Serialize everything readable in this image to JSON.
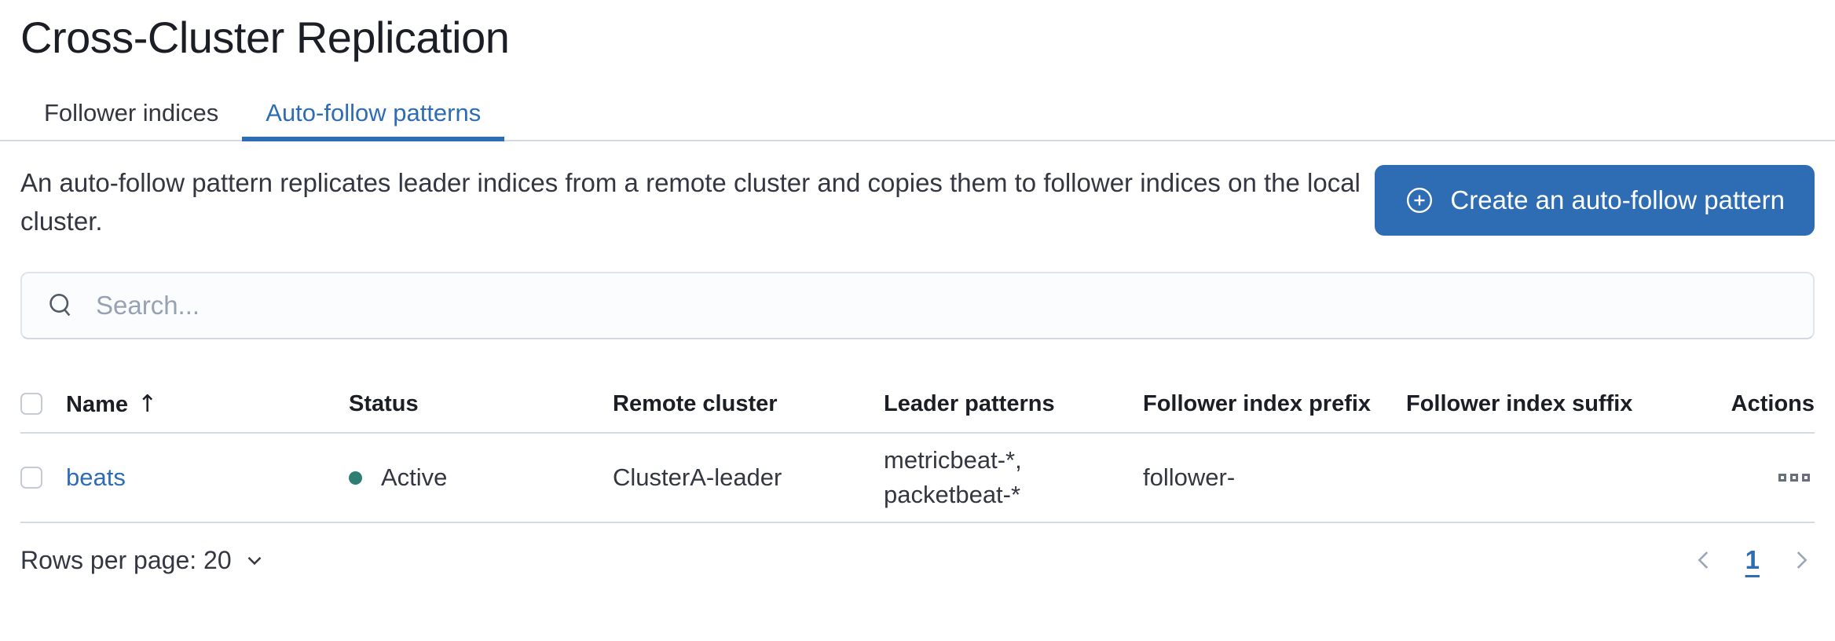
{
  "page": {
    "title": "Cross-Cluster Replication"
  },
  "tabs": [
    {
      "label": "Follower indices",
      "active": false
    },
    {
      "label": "Auto-follow patterns",
      "active": true
    }
  ],
  "intro": {
    "description": "An auto-follow pattern replicates leader indices from a remote cluster and copies them to follower indices on the local cluster.",
    "create_button_label": "Create an auto-follow pattern",
    "create_button_icon": "plus-in-circle-icon"
  },
  "search": {
    "placeholder": "Search...",
    "value": ""
  },
  "table": {
    "columns": [
      "Name",
      "Status",
      "Remote cluster",
      "Leader patterns",
      "Follower index prefix",
      "Follower index suffix",
      "Actions"
    ],
    "sort": {
      "column": "Name",
      "direction": "ascending",
      "icon": "↑"
    },
    "rows": [
      {
        "name": "beats",
        "status": "Active",
        "remote_cluster": "ClusterA-leader",
        "leader_patterns": "metricbeat-*, packetbeat-*",
        "follower_index_prefix": "follower-",
        "follower_index_suffix": "",
        "actions_icon": "boxes-horizontal-icon",
        "selected": false
      }
    ]
  },
  "footer": {
    "rows_per_page_label": "Rows per page: 20",
    "pagination": {
      "current_page": "1"
    }
  },
  "colors": {
    "primary_blue": "#2e6db4",
    "link_blue": "#2e6db4",
    "status_active_green": "#2e7e71",
    "border_gray": "#d3dae6",
    "placeholder_gray": "#98a2b3",
    "text_dark": "#343741",
    "heading_dark": "#1b1e24"
  }
}
